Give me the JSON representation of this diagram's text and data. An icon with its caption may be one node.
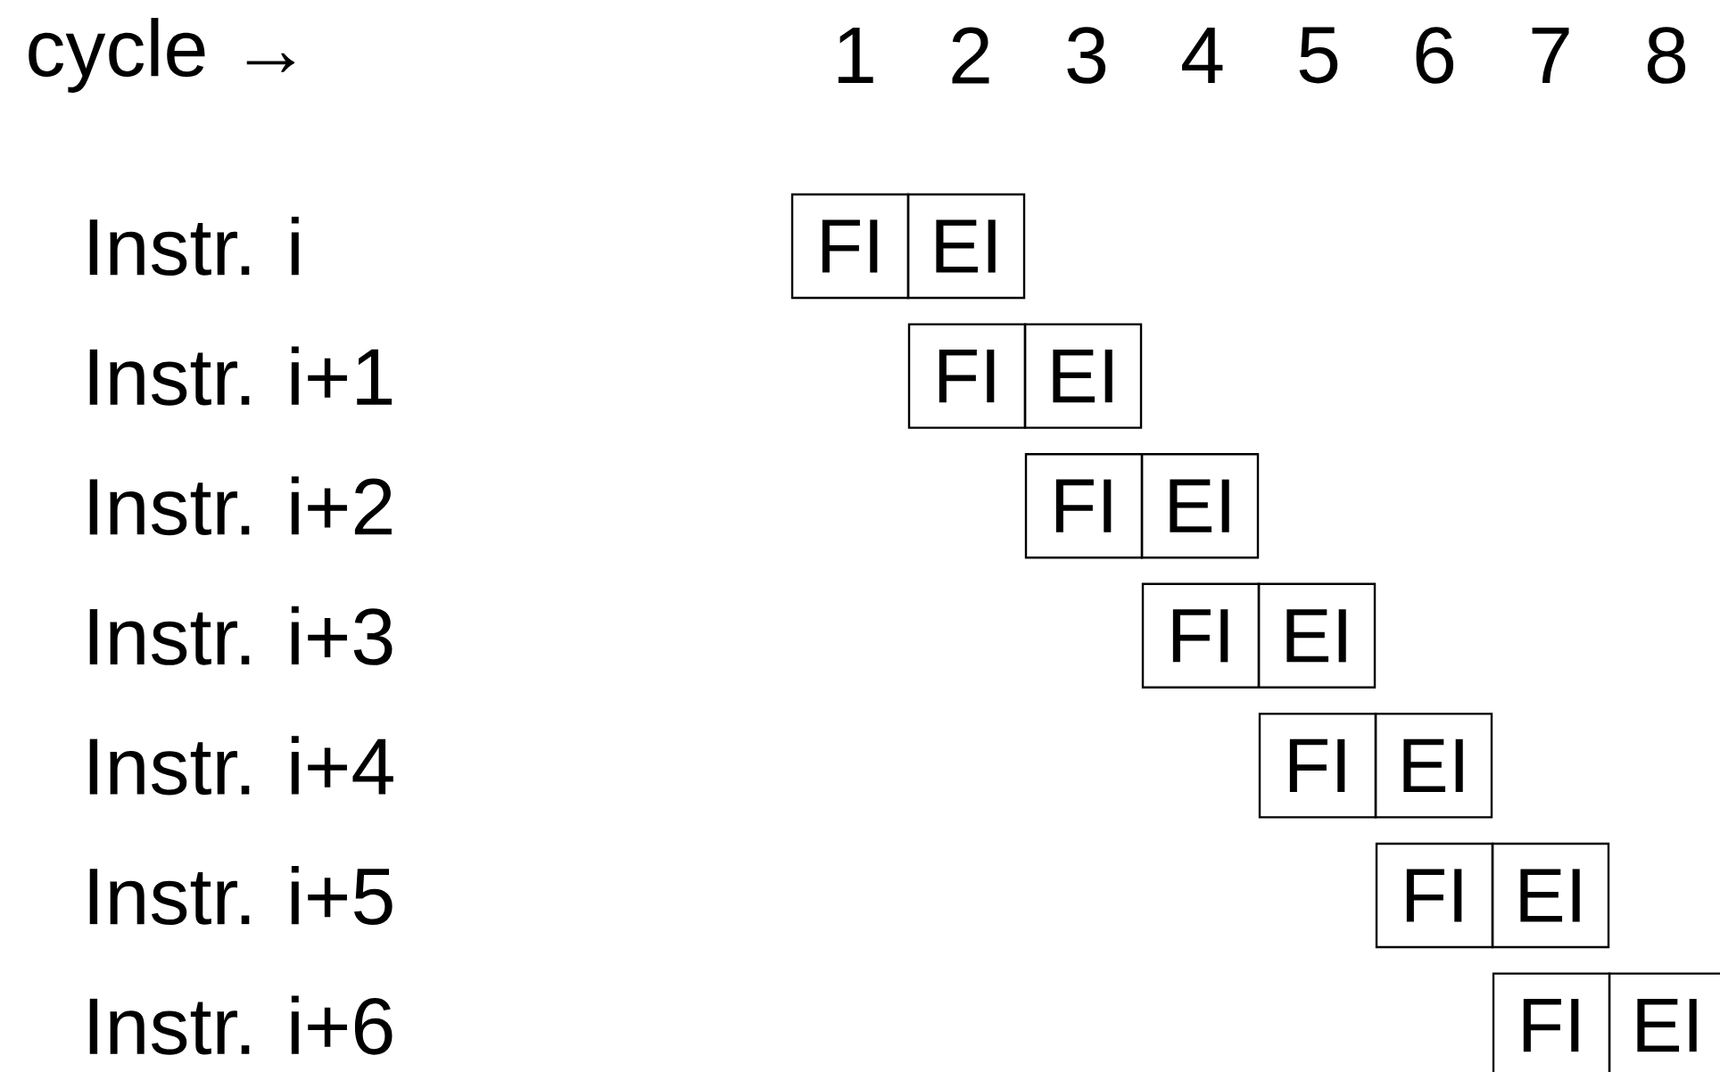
{
  "diagram": {
    "nodes": [
      {
        "text": [
          "FI"
        ]
      },
      {
        "text": [
          "EI"
        ]
      },
      {
        "text": [
          "FI"
        ]
      },
      {
        "text": [
          "EI"
        ]
      },
      {
        "text": [
          "FI"
        ]
      },
      {
        "text": [
          "EI"
        ]
      },
      {
        "text": [
          "FI"
        ]
      },
      {
        "text": [
          "EI"
        ]
      },
      {
        "text": [
          "FI"
        ]
      },
      {
        "text": [
          "EI"
        ]
      },
      {
        "text": [
          "FI"
        ]
      },
      {
        "text": [
          "EI"
        ]
      },
      {
        "text": [
          "FI"
        ]
      },
      {
        "text": [
          "EI"
        ]
      }
    ],
    "labels": [
      "cycle →",
      "1",
      "2",
      "3",
      "4",
      "5",
      "6",
      "7",
      "8",
      "Instr. i",
      "Instr. i+1",
      "Instr. i+2",
      "Instr. i+3",
      "Instr. i+4",
      "Instr. i+5",
      "Instr. i+6"
    ]
  }
}
